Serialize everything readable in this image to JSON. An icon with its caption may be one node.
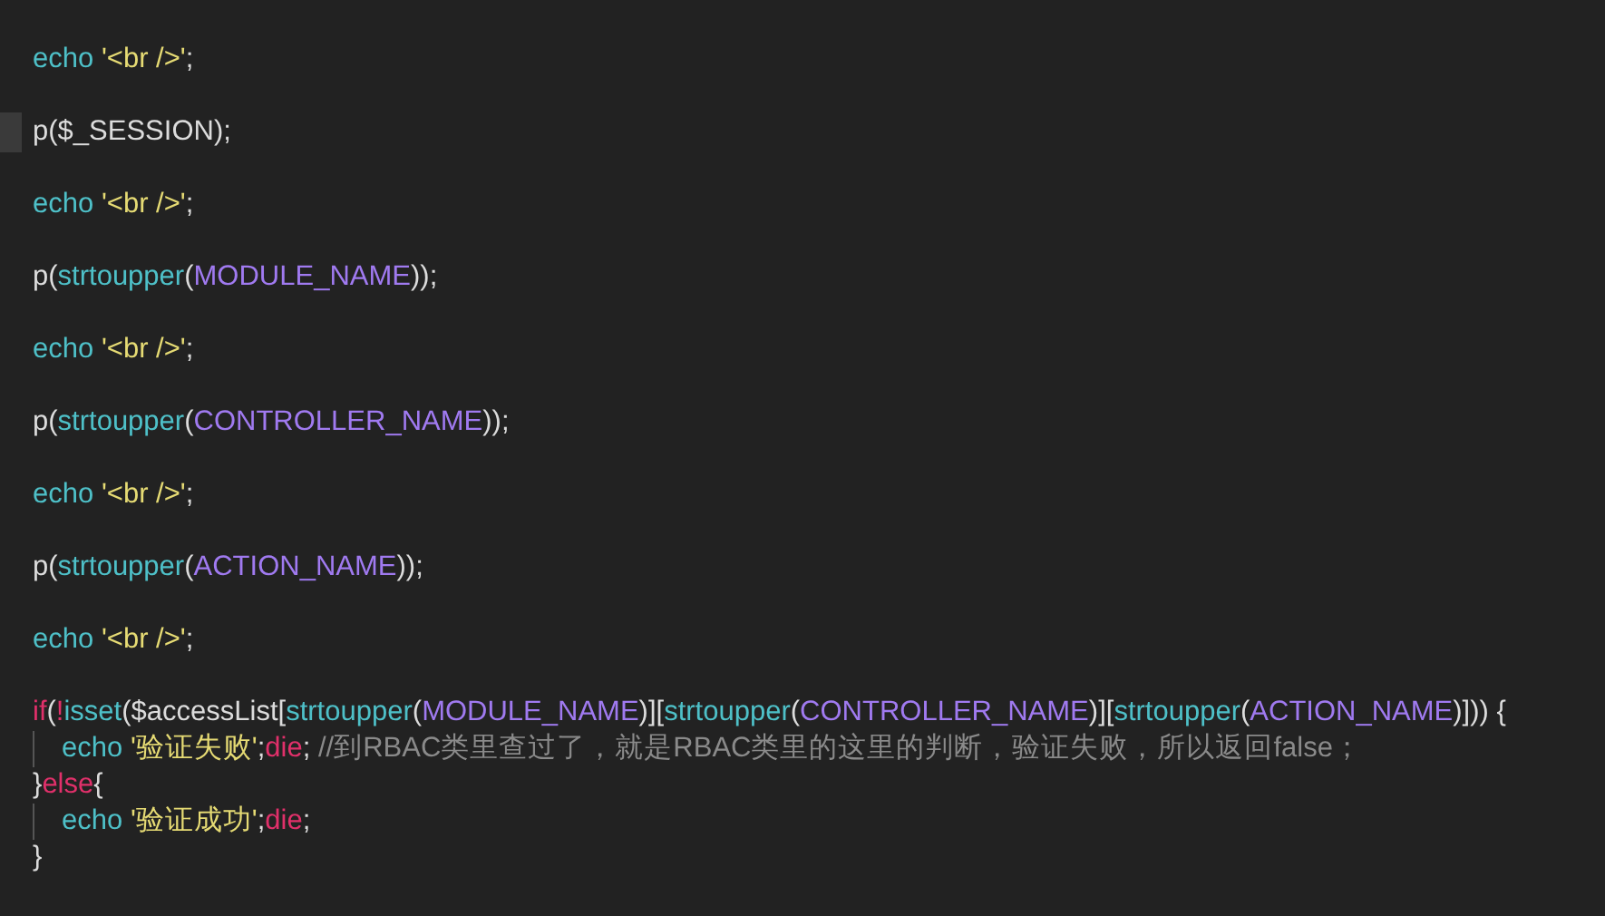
{
  "diagram": {
    "labels": [
      "echo '<br />';",
      "p($_SESSION);",
      "echo '<br />';",
      "p(strtoupper(MODULE_NAME));",
      "echo '<br />';",
      "p(strtoupper(CONTROLLER_NAME));",
      "echo '<br />';",
      "p(strtoupper(ACTION_NAME));",
      "echo '<br />';",
      "if(!isset($accessList[strtoupper(MODULE_NAME)][strtoupper(CONTROLLER_NAME)][strtoupper(ACTION_NAME)])) {",
      "echo '验证失败';die; //到RBAC类里查过了，就是RBAC类里的这里的判断，验证失败，所以返回false；",
      "}else{",
      "echo '验证成功';die;",
      "}"
    ]
  }
}
